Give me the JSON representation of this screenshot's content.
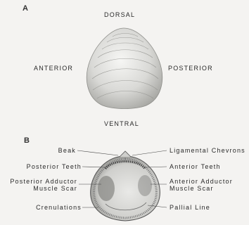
{
  "panel_a": {
    "letter": "A",
    "dorsal": "DORSAL",
    "ventral": "VENTRAL",
    "anterior": "ANTERIOR",
    "posterior": "POSTERIOR"
  },
  "panel_b": {
    "letter": "B",
    "left_labels": {
      "beak": "Beak",
      "posterior_teeth": "Posterior Teeth",
      "posterior_adductor_1": "Posterior Adductor",
      "posterior_adductor_2": "Muscle Scar",
      "crenulations": "Crenulations"
    },
    "right_labels": {
      "ligamental_chevrons": "Ligamental Chevrons",
      "anterior_teeth": "Anterior Teeth",
      "anterior_adductor_1": "Anterior Adductor",
      "anterior_adductor_2": "Muscle Scar",
      "pallial_line": "Pallial Line"
    }
  }
}
